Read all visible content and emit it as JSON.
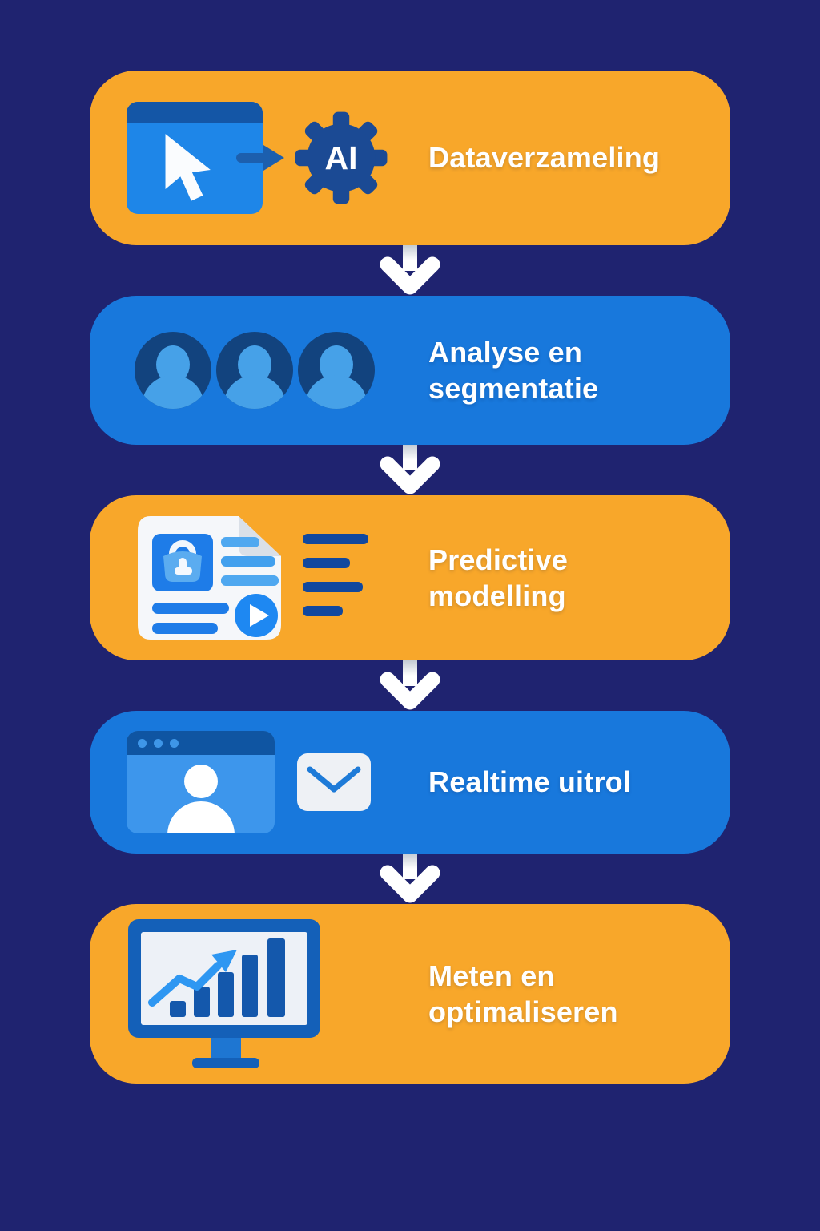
{
  "palette": {
    "background": "#1F2370",
    "box_orange": "#F8A72A",
    "box_blue": "#1878DC",
    "text": "#FFFFFF",
    "icon_navy": "#1B4A94",
    "icon_blue": "#1E86E8",
    "icon_light_blue": "#46A1E8",
    "connector_white": "#FFFFFF"
  },
  "flow": {
    "steps": [
      {
        "label": "Dataverzameling",
        "variant": "orange",
        "icons": [
          "browser-cursor-icon",
          "arrow-right-icon",
          "ai-gear-icon"
        ]
      },
      {
        "label": "Analyse en segmentatie",
        "variant": "blue",
        "icons": [
          "user-avatar-icon",
          "user-avatar-icon",
          "user-avatar-icon"
        ]
      },
      {
        "label": "Predictive modelling",
        "variant": "orange",
        "icons": [
          "document-lock-play-icon",
          "list-lines-icon"
        ]
      },
      {
        "label": "Realtime uitrol",
        "variant": "blue",
        "icons": [
          "browser-user-icon",
          "envelope-icon"
        ]
      },
      {
        "label": "Meten en optimaliseren",
        "variant": "orange",
        "icons": [
          "monitor-growth-chart-icon"
        ]
      }
    ],
    "gear_label": "AI",
    "connector": {
      "shape": "down-arrow",
      "count": 4
    }
  }
}
